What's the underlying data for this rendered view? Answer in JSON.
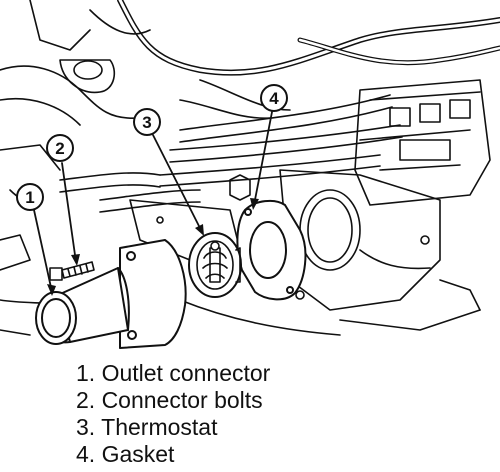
{
  "callouts": [
    {
      "number": "1",
      "part": "Outlet connector"
    },
    {
      "number": "2",
      "part": "Connector bolts"
    },
    {
      "number": "3",
      "part": "Thermostat"
    },
    {
      "number": "4",
      "part": "Gasket"
    }
  ],
  "legend": [
    "1. Outlet connector",
    "2. Connector bolts",
    "3. Thermostat",
    "4. Gasket"
  ],
  "colors": {
    "ink": "#111111",
    "background": "#ffffff"
  }
}
